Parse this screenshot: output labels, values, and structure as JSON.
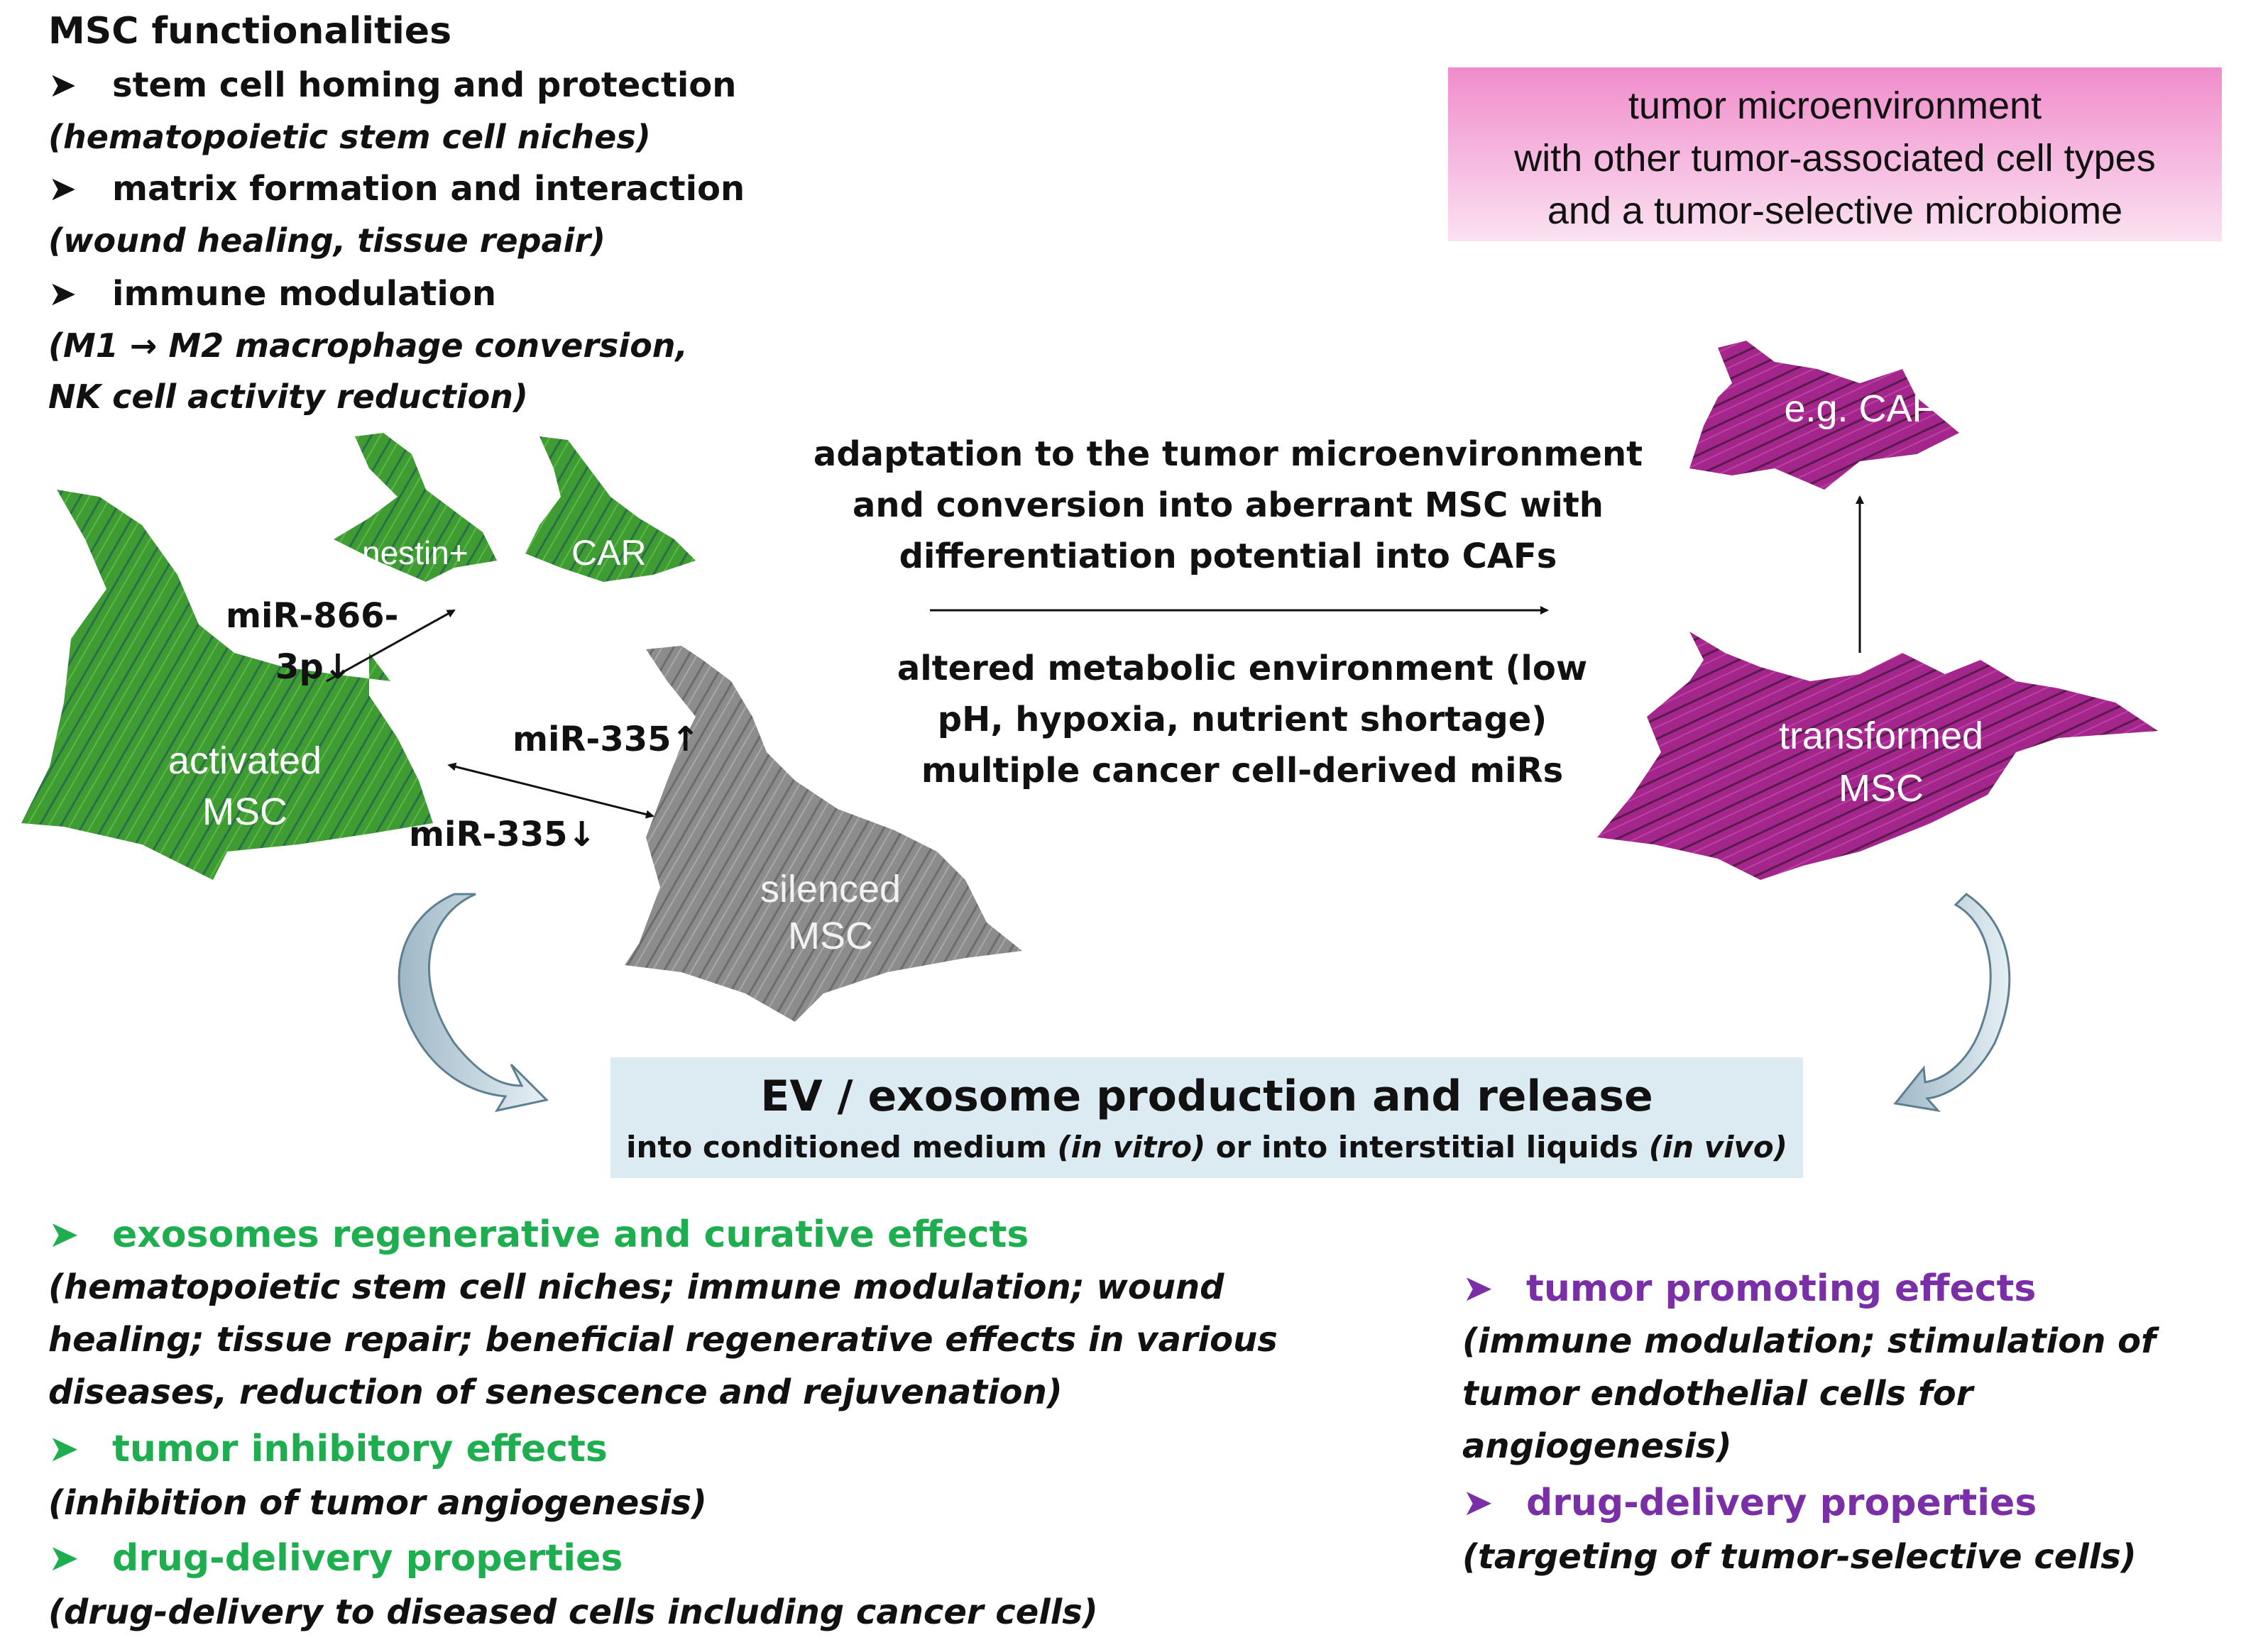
{
  "colors": {
    "green_cell": "#3a9a2e",
    "gray_cell": "#8a8a8a",
    "magenta_cell": "#a0238a",
    "pink_box": "#f2a6d6",
    "blue_box": "#dcebf1",
    "green_text": "#1fae4f",
    "purple_text": "#7a2fa6"
  },
  "icons": {
    "bullet": "arrowhead-bullet-icon",
    "curved_arrow": "curved-arrow-icon"
  },
  "functionalities": {
    "title": "MSC functionalities",
    "items": [
      {
        "label": "stem cell homing and protection",
        "detail": "(hematopoietic stem cell niches)"
      },
      {
        "label": "matrix formation and interaction",
        "detail": "(wound healing, tissue repair)"
      },
      {
        "label": "immune modulation",
        "detail_line1": "(M1 → M2 macrophage conversion,",
        "detail_line2": "NK cell activity reduction)"
      }
    ]
  },
  "tumor_box": {
    "line1": "tumor microenvironment",
    "line2": "with other tumor-associated cell types",
    "line3": "and a tumor-selective microbiome"
  },
  "cells": {
    "nestin": "nestin+",
    "car": "CAR",
    "activated_line1": "activated",
    "activated_line2": "MSC",
    "silenced_line1": "silenced",
    "silenced_line2": "MSC",
    "transformed_line1": "transformed",
    "transformed_line2": "MSC",
    "caf": "e.g. CAF"
  },
  "mirs": {
    "mir866_line1": "miR-866-",
    "mir866_line2": "3p↓",
    "mir335_up": "miR-335↑",
    "mir335_down": "miR-335↓"
  },
  "adaptation": {
    "line1": "adaptation to the tumor microenvironment",
    "line2": "and conversion into aberrant MSC with",
    "line3": "differentiation potential into CAFs"
  },
  "metabolic": {
    "line1": "altered metabolic environment (low",
    "line2": "pH, hypoxia, nutrient shortage)",
    "line3": "multiple cancer cell-derived miRs"
  },
  "ev_box": {
    "title": "EV / exosome production and release",
    "sub_a": "into conditioned  medium ",
    "sub_b": "(in vitro)",
    "sub_c": " or into interstitial liquids ",
    "sub_d": "(in vivo)"
  },
  "left_effects": [
    {
      "label": "exosomes regenerative and curative effects",
      "lines": [
        "(hematopoietic stem cell niches; immune modulation; wound",
        "healing; tissue repair; beneficial regenerative effects in various",
        "diseases, reduction of senescence and rejuvenation)"
      ]
    },
    {
      "label": "tumor inhibitory effects",
      "lines": [
        "(inhibition of tumor angiogenesis)"
      ]
    },
    {
      "label": "drug-delivery properties",
      "lines": [
        "(drug-delivery to diseased cells including cancer cells)"
      ]
    }
  ],
  "right_effects": [
    {
      "label": "tumor promoting effects",
      "lines": [
        "(immune modulation; stimulation of",
        "tumor endothelial cells for",
        "angiogenesis)"
      ]
    },
    {
      "label": "drug-delivery properties",
      "lines": [
        "(targeting of tumor-selective cells)"
      ]
    }
  ]
}
